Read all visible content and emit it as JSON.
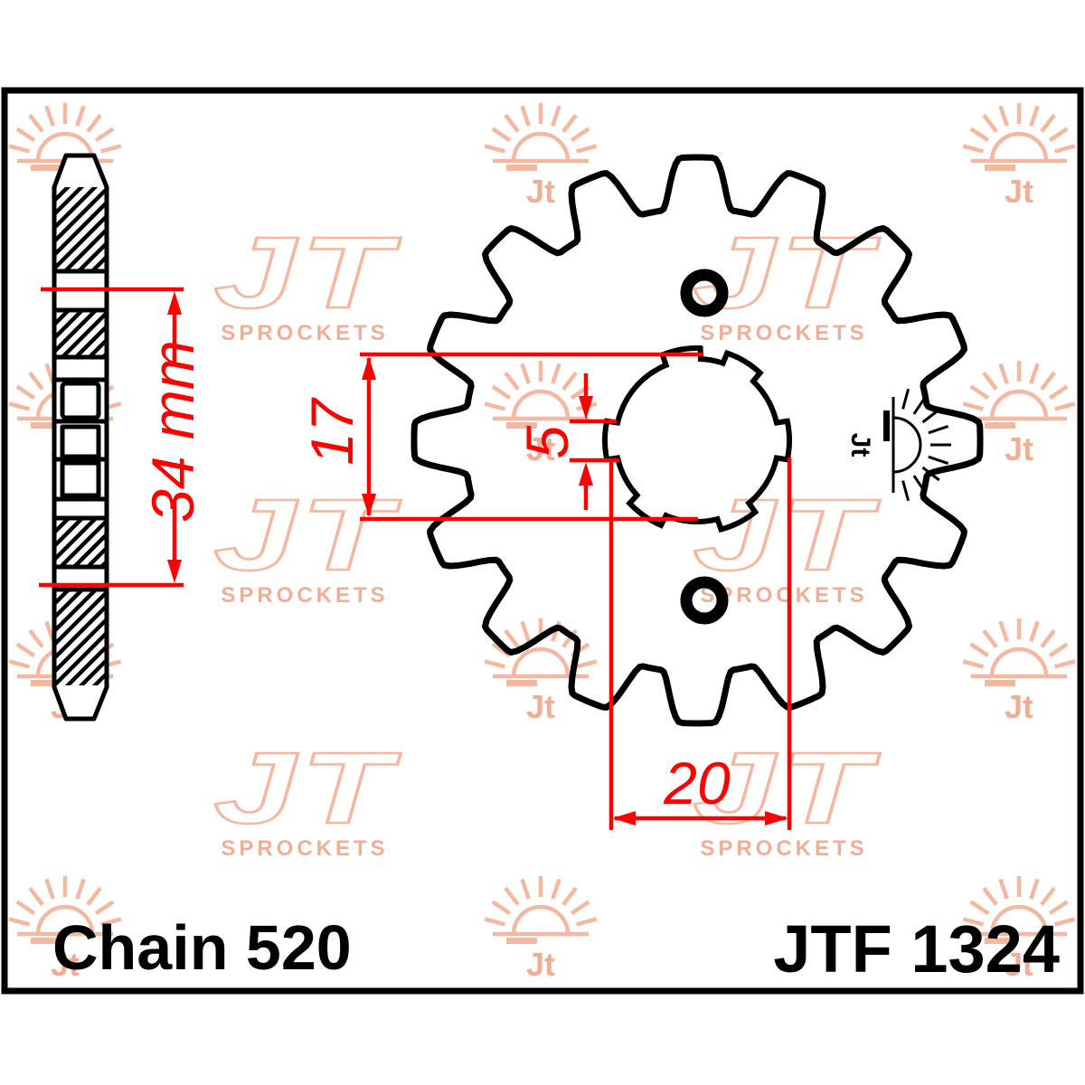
{
  "labels": {
    "chain_type": "Chain 520",
    "part_number": "JTF 1324"
  },
  "dimensions": {
    "overall_width": "34 mm",
    "bore_height": "17",
    "notch_width": "5",
    "spline_od": "20"
  },
  "watermark": {
    "jt": "JT",
    "sprockets": "SPROCKETS",
    "jt_small": "Jt"
  },
  "drawing": {
    "teeth_count": 16,
    "spline_notches": 6,
    "accent_red": "#ff0000",
    "ink": "#000000",
    "watermark_outline": "#f4b8a0",
    "watermark_fill": "#f2ae94"
  }
}
